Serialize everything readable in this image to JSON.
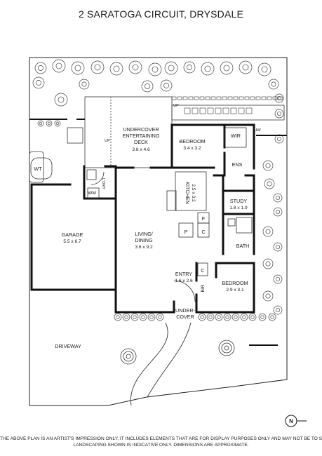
{
  "title": "2 SARATOGA CIRCUIT, DRYSDALE",
  "rooms": {
    "deck": {
      "name_line1": "UNDERCOVER",
      "name_line2": "ENTERTAINING",
      "name_line3": "DECK",
      "dims": "3.8 x 4.6"
    },
    "bedroom1": {
      "name": "BEDROOM",
      "dims": "3.4 x 3.2"
    },
    "wir": {
      "name": "WIR"
    },
    "hw": {
      "name": "HW"
    },
    "ens": {
      "name": "ENS"
    },
    "wt": {
      "name": "WT"
    },
    "wm": {
      "name": "WM"
    },
    "ldry": {
      "name": "L'DRY"
    },
    "kitchen": {
      "name": "KITCHEN",
      "dims": "2.5 x 3.2"
    },
    "study": {
      "name": "STUDY",
      "dims": "1.8 x 1.9"
    },
    "garage": {
      "name": "GARAGE",
      "dims": "5.5 x 6.7"
    },
    "living": {
      "name_line1": "LIVING/",
      "name_line2": "DINING",
      "dims": "3.6 x 9.2"
    },
    "bath": {
      "name": "BATH"
    },
    "entry": {
      "name": "ENTRY",
      "dims": "1.6 x 2.6"
    },
    "bedroom2": {
      "name": "BEDROOM",
      "dims": "2.9 x 3.1"
    },
    "bir": {
      "name": "BIR"
    },
    "undercover": {
      "name_line1": "UNDER-",
      "name_line2": "COVER"
    },
    "driveway": {
      "name": "DRIVEWAY"
    }
  },
  "fixtures": {
    "pantry": "P",
    "cupboard": "C",
    "fridge": "F",
    "cupboard2": "C",
    "up1": "UP",
    "up2": "UP"
  },
  "compass": {
    "label": "N"
  },
  "disclaimer": {
    "line1": "THE ABOVE PLAN IS AN ARTIST'S IMPRESSION ONLY, IT INCLUDES ELEMENTS THAT ARE FOR DISPLAY PURPOSES ONLY AND MAY NOT BE TO SCALE.",
    "line2": "LANDSCAPING SHOWN IS INDICATIVE ONLY. DIMENSIONS ARE APPROXIMATE."
  }
}
